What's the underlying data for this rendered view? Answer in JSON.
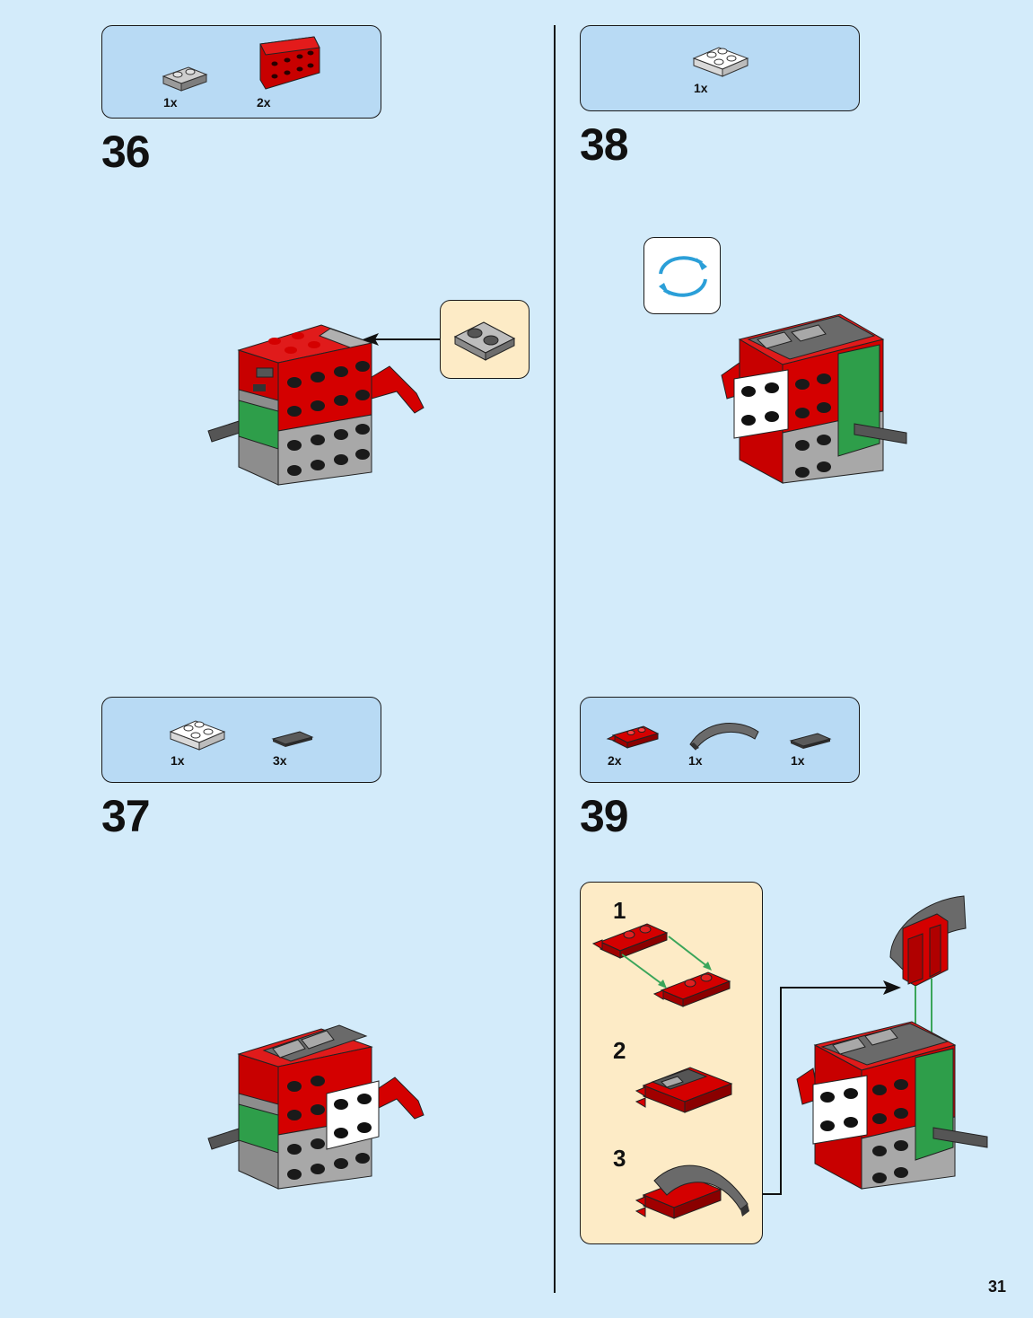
{
  "page": {
    "number": "31"
  },
  "steps": [
    {
      "number": "36",
      "parts": [
        {
          "qty": "1x",
          "icon": "gray-plate-1x2-icon"
        },
        {
          "qty": "2x",
          "icon": "red-bracket-plate-icon"
        }
      ],
      "callout_part_icon": "gray-plate-1x2-icon"
    },
    {
      "number": "37",
      "parts": [
        {
          "qty": "1x",
          "icon": "white-plate-2x2-icon"
        },
        {
          "qty": "3x",
          "icon": "dark-gray-grille-tile-icon"
        }
      ]
    },
    {
      "number": "38",
      "parts": [
        {
          "qty": "1x",
          "icon": "white-plate-2x2-icon"
        }
      ],
      "rotate_icon": "rotate-model-icon"
    },
    {
      "number": "39",
      "parts": [
        {
          "qty": "2x",
          "icon": "red-clip-plate-icon"
        },
        {
          "qty": "1x",
          "icon": "dark-gray-curved-slope-icon"
        },
        {
          "qty": "1x",
          "icon": "dark-gray-grille-tile-icon"
        }
      ],
      "substeps": [
        "1",
        "2",
        "3"
      ]
    }
  ],
  "colors": {
    "background": "#d3ebfa",
    "parts_box": "#b8daf4",
    "callout": "#fdebc6",
    "brick_red": "#d40000",
    "brick_gray": "#a5a5a5",
    "brick_dark": "#4a4a4a",
    "brick_green": "#2e9e4a",
    "arrow_blue": "#2b9fd8",
    "arrow_green": "#3aa55a"
  }
}
